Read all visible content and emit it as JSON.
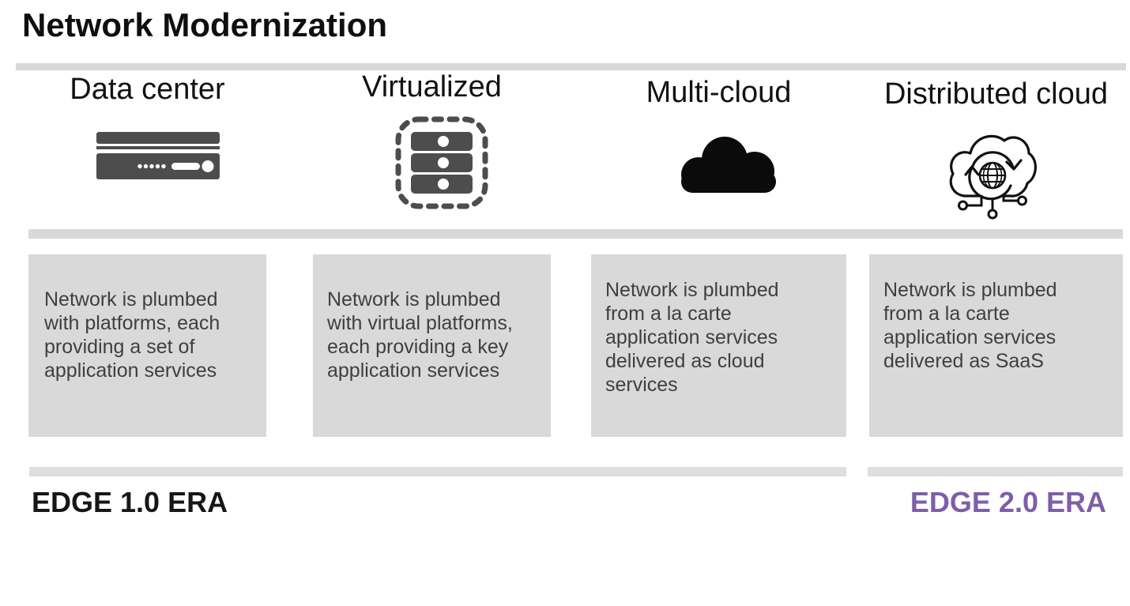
{
  "title": "Network Modernization",
  "columns": [
    {
      "title": "Data center",
      "icon": "datacenter-server-icon",
      "description": "Network is plumbed\nwith platforms, each\nproviding a set of\napplication services"
    },
    {
      "title": "Virtualized",
      "icon": "virtualized-server-stack-icon",
      "description": "Network is plumbed\nwith virtual platforms,\neach providing a key\napplication services"
    },
    {
      "title": "Multi-cloud",
      "icon": "multicloud-cloud-icon",
      "description": "Network is plumbed\nfrom a la carte\napplication services\ndelivered as cloud\nservices"
    },
    {
      "title": "Distributed cloud",
      "icon": "distributed-cloud-icon",
      "description": "Network is plumbed\nfrom a la carte\napplication services\ndelivered as SaaS"
    }
  ],
  "eras": [
    {
      "label": "EDGE 1.0 ERA",
      "color": "#161616"
    },
    {
      "label": "EDGE 2.0 ERA",
      "color": "#7e5ea8"
    }
  ],
  "colors": {
    "box_background": "#d9d9d9",
    "divider_gray": "#d9d9d9",
    "era_bar_gray": "#dedede",
    "body_text": "#3f3f3f",
    "icon_dark_gray": "#4d4d4d",
    "icon_black": "#111111",
    "edge2_purple": "#7e5ea8"
  }
}
